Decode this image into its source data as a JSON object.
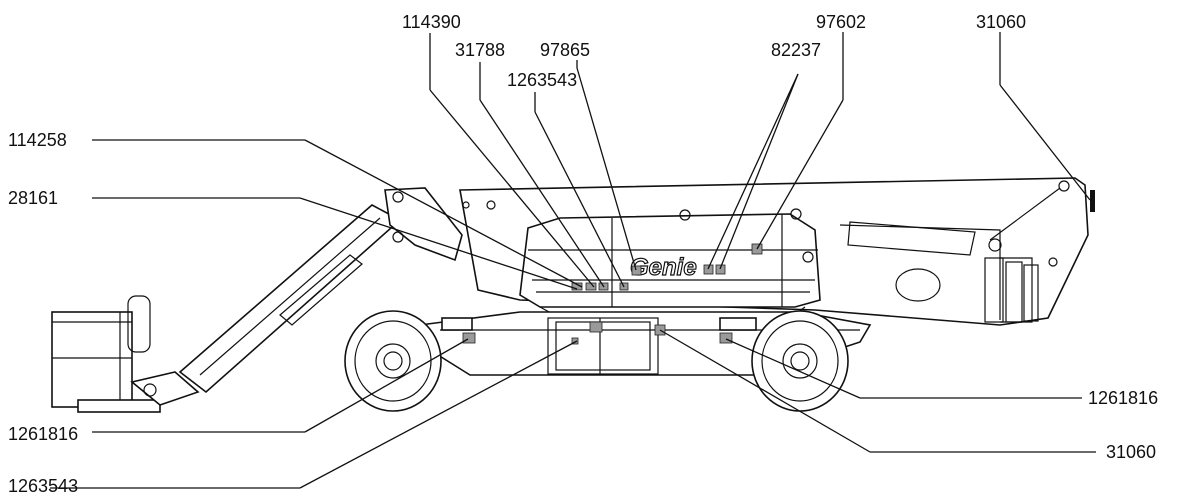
{
  "labels": {
    "l114390": "114390",
    "l31788": "31788",
    "l97865": "97865",
    "l1263543_top": "1263543",
    "l82237": "82237",
    "l97602": "97602",
    "l31060_top": "31060",
    "l114258": "114258",
    "l28161": "28161",
    "l1261816_left": "1261816",
    "l1263543_bottom": "1263543",
    "l1261816_right": "1261816",
    "l31060_right": "31060"
  },
  "brand": "Genie",
  "colors": {
    "line": "#111111",
    "decal": "#9a9a9a",
    "background": "#ffffff"
  }
}
